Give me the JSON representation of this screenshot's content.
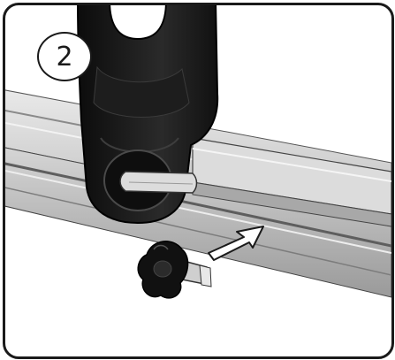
{
  "step": {
    "number": "2"
  },
  "illustration": {
    "parts": [
      "roof-rail",
      "bracket-clamp",
      "knob-bolt",
      "direction-arrow"
    ]
  }
}
